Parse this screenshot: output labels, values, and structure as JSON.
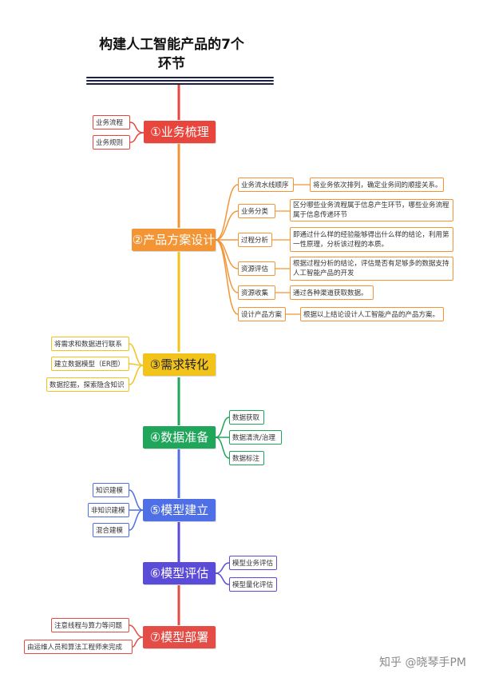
{
  "title_line1": "构建人工智能产品的7个",
  "title_line2": "环节",
  "colors": {
    "red": "#e8453c",
    "orange": "#f39535",
    "yellow": "#f2c31b",
    "green": "#1fa65a",
    "blue": "#4f6fe6",
    "purple": "#5b4bd9",
    "darkred": "#e34d45"
  },
  "nodes": [
    {
      "label": "①业务梳理",
      "children": [
        "业务流程",
        "业务规则"
      ]
    },
    {
      "label": "②产品方案设计",
      "children": [
        {
          "name": "业务流水线顺序",
          "desc": "将业务依次排列，确定业务间的顺接关系。"
        },
        {
          "name": "业务分类",
          "desc": "区分哪些业务流程属于信息产生环节，哪些业务流程属于信息传递环节"
        },
        {
          "name": "过程分析",
          "desc": "即通过什么样的经验能够得出什么样的结论，利用第一性原理，分析该过程的本质。"
        },
        {
          "name": "资源评估",
          "desc": "根据过程分析的结论，评估是否有足够多的数据支持人工智能产品的开发"
        },
        {
          "name": "资源收集",
          "desc": "通过各种渠道获取数据。"
        },
        {
          "name": "设计产品方案",
          "desc": "根据以上结论设计人工智能产品的产品方案。"
        }
      ]
    },
    {
      "label": "③需求转化",
      "children": [
        "将需求和数据进行联系",
        "建立数据模型（ER图）",
        "数据挖掘，探索隐含知识"
      ]
    },
    {
      "label": "④数据准备",
      "children": [
        "数据获取",
        "数据清洗/治理",
        "数据标注"
      ]
    },
    {
      "label": "⑤模型建立",
      "children": [
        "知识建模",
        "非知识建模",
        "混合建模"
      ]
    },
    {
      "label": "⑥模型评估",
      "children": [
        "模型业务评估",
        "模型量化评估"
      ]
    },
    {
      "label": "⑦模型部署",
      "children": [
        "注意线程与算力等问题",
        "由运维人员和算法工程师来完成"
      ]
    }
  ],
  "watermark": "知乎 @晓琴手PM"
}
